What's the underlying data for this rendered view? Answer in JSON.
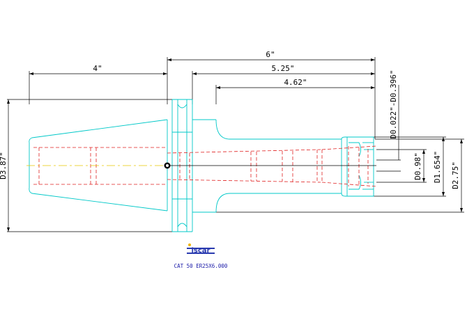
{
  "dimensions": {
    "len_6": "6\"",
    "len_4": "4\"",
    "len_525": "5.25\"",
    "len_462": "4.62\"",
    "d_387": "D3.87\"",
    "d_range": "D0.022\"-D0.396\"",
    "d_098": "D0.98\"",
    "d_1654": "D1.654\"",
    "d_275": "D2.75\""
  },
  "logo": {
    "text": "iscar"
  },
  "caption": "CAT 50 ER25X6.000",
  "colors": {
    "outline": "#00c8c8",
    "hidden": "#e02020",
    "center": "#e6c800",
    "dimension": "#000000",
    "caption": "#1a1aa8"
  }
}
